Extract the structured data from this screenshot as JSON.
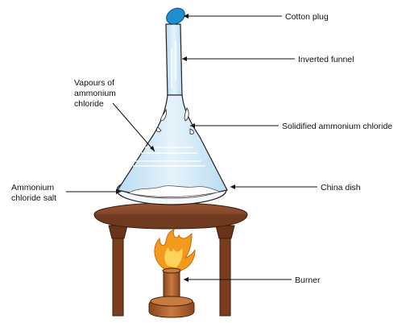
{
  "labels": {
    "cotton_plug": "Cotton plug",
    "inverted_funnel": "Inverted funnel",
    "vapours_line1": "Vapours of",
    "vapours_line2": "ammonium",
    "vapours_line3": "chloride",
    "solidified": "Solidified ammonium chloride",
    "salt_line1": "Ammonium",
    "salt_line2": "chloride salt",
    "china_dish": "China dish",
    "burner": "Burner"
  },
  "colors": {
    "cotton_plug": "#1e8fcf",
    "glass": "#cfe6f5",
    "glass_edge": "#222222",
    "stand_wood": "#8b4a2b",
    "stand_dark": "#5e2e17",
    "flame_outer": "#f39a1c",
    "flame_inner": "#ffd35a",
    "burner_body": "#b5652e",
    "burner_dark": "#7a3e1a"
  }
}
